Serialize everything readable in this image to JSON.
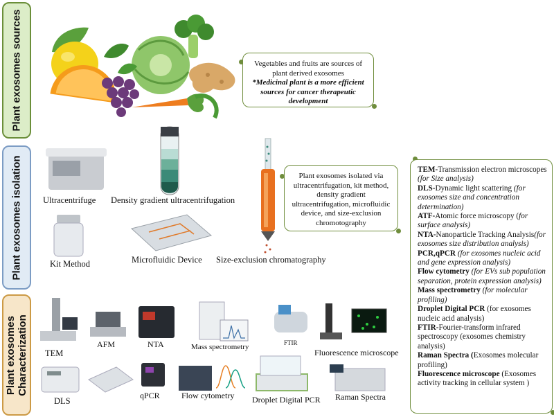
{
  "sections": {
    "sources_label": "Plant exosomes sources",
    "isolation_label": "Plant exosomes isolation",
    "characterization_label": "Plant exosomes Characterization"
  },
  "sources_callout": {
    "line1": "Vegetables  and fruits are sources of plant derived exosomes",
    "line2": "*Medicinal plant is a more efficient sources for cancer therapeutic development"
  },
  "isolation": {
    "ultracentrifuge": "Ultracentrifuge",
    "density_gradient": "Density gradient  ultracentrifugation",
    "kit_method": "Kit Method",
    "microfluidic": "Microfluidic Device",
    "size_exclusion": "Size-exclusion chromatography",
    "callout": "Plant exosomes isolated via ultracentrifugation, kit method, density gradient ultracentrifugation, microfluidic device, and size-exclusion chromotography"
  },
  "characterization": {
    "tem": "TEM",
    "afm": "AFM",
    "nta": "NTA",
    "mass_spec": "Mass spectrometry",
    "ftir": "FTIR",
    "fluorescence": "Fluorescence microscope",
    "dls": "DLS",
    "qpcr": "qPCR",
    "flow": "Flow cytometry",
    "ddpcr": "Droplet Digital PCR",
    "raman": "Raman Spectra"
  },
  "methods_panel": [
    {
      "term": "TEM-",
      "desc": "Transmission electron microscopes ",
      "note": "(for Size analysis)"
    },
    {
      "term": "DLS-",
      "desc": "Dynamic light scattering ",
      "note": "(for exosomes size and concentration determination)"
    },
    {
      "term": "ATF-",
      "desc": "Atomic force microscopy (",
      "note": "for surface analysis)"
    },
    {
      "term": "NTA-",
      "desc": "Nanoparticle Tracking Analysis",
      "note": "(for exosomes size distribution analysis)"
    },
    {
      "term": "PCR,qPCR ",
      "desc": "",
      "note": "(for exosomes nucleic acid and gene expression analysis)"
    },
    {
      "term": "Flow cytometry ",
      "desc": "",
      "note": "(for EVs sub population separation, protein expression analysis)"
    },
    {
      "term": "Mass spectrometry ",
      "desc": "",
      "note": "(for molecular profiling)"
    },
    {
      "term": "Droplet Digital PCR ",
      "desc": "(for exosomes nucleic acid  analysis)",
      "note": ""
    },
    {
      "term": "FTIR-",
      "desc": "Fourier-transform infrared spectroscopy (exosomes chemistry analysis)",
      "note": ""
    },
    {
      "term": "Raman Spectra (",
      "desc": "Exosomes molecular profiling)",
      "note": ""
    },
    {
      "term": "Fluorescence microscope ",
      "desc": "(Exosomes activity tracking in cellular system )",
      "note": ""
    }
  ],
  "colors": {
    "sources_bg": "#dcedc8",
    "isolation_bg": "#e1ebf5",
    "characterization_bg": "#f7e6c9",
    "accent_green": "#6f8d3c"
  }
}
